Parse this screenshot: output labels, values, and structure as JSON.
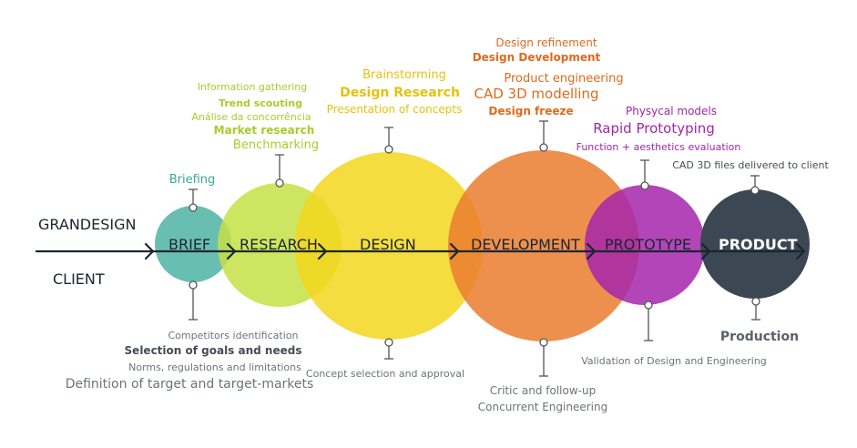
{
  "colors": {
    "brief": "#4fb3a4",
    "research": "#c5e045",
    "design": "#f3d71d",
    "development": "#ea7d2f",
    "prototype": "#a526ab",
    "product": "#3b4752",
    "text_dark": "#1a2530",
    "text_gray": "#6d737a",
    "label_brief": "#3aa797",
    "label_research": "#a8cc2c",
    "label_design": "#e6c10f",
    "label_development": "#df6a1e",
    "label_prototype": "#a226a8",
    "label_product": "#444d57"
  },
  "flow": {
    "grandesign": "GRANDESIGN",
    "client": "CLIENT"
  },
  "stages": {
    "brief": "BRIEF",
    "research": "RESEARCH",
    "design": "DESIGN",
    "development": "DEVELOPMENT",
    "prototype": "PROTOTYPE",
    "product": "PRODUCT"
  },
  "top_labels": {
    "brief": [
      "Briefing"
    ],
    "research": [
      "Information gathering",
      "Trend scouting",
      "Análise da concorrência",
      "Market research",
      "Benchmarking"
    ],
    "design": [
      "Brainstorming",
      "Design Research",
      "Presentation of concepts"
    ],
    "development": [
      "Design refinement",
      "Design Development",
      "Product engineering",
      "CAD 3D modelling",
      "Design freeze"
    ],
    "prototype": [
      "Physycal models",
      "Rapid Prototyping",
      "Function + aesthetics evaluation"
    ],
    "product": [
      "CAD 3D files delivered to client"
    ]
  },
  "bottom_labels": {
    "brief": [
      "Competitors identification",
      "Selection of goals and needs",
      "Norms, regulations and limitations",
      "Definition of target and target-markets"
    ],
    "design": [
      "Concept selection and approval"
    ],
    "development": [
      "Critic and follow-up",
      "Concurrent Engineering"
    ],
    "prototype": [
      "Validation of Design and Engineering"
    ],
    "product": [
      "Production"
    ]
  }
}
